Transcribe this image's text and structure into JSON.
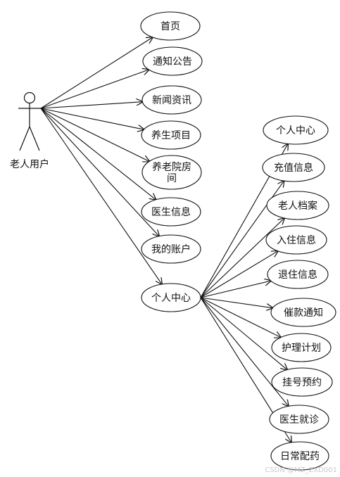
{
  "actor": {
    "label": "老人用户"
  },
  "main_use_cases": [
    {
      "id": "home",
      "label": "首页"
    },
    {
      "id": "notice",
      "label": "通知公告"
    },
    {
      "id": "news",
      "label": "新闻资讯"
    },
    {
      "id": "health_project",
      "label": "养生项目"
    },
    {
      "id": "room",
      "label": [
        "养老院房",
        "间"
      ]
    },
    {
      "id": "doctor_info",
      "label": "医生信息"
    },
    {
      "id": "account",
      "label": "我的账户"
    },
    {
      "id": "personal_center",
      "label": "个人中心"
    }
  ],
  "personal_center_use_cases": [
    {
      "id": "pc_center",
      "label": "个人中心"
    },
    {
      "id": "recharge",
      "label": "充值信息"
    },
    {
      "id": "elder_file",
      "label": "老人档案"
    },
    {
      "id": "checkin",
      "label": "入住信息"
    },
    {
      "id": "checkout",
      "label": "退住信息"
    },
    {
      "id": "payment_notice",
      "label": "催款通知"
    },
    {
      "id": "care_plan",
      "label": "护理计划"
    },
    {
      "id": "appointment",
      "label": "挂号预约"
    },
    {
      "id": "doctor_visit",
      "label": "医生就诊"
    },
    {
      "id": "daily_medicine",
      "label": "日常配药"
    }
  ],
  "watermark": "CSDN @MZ_ZXD001",
  "colors": {
    "stroke": "#111111",
    "fill": "#ffffff",
    "text": "#111111",
    "watermark": "#c9c9c9"
  }
}
